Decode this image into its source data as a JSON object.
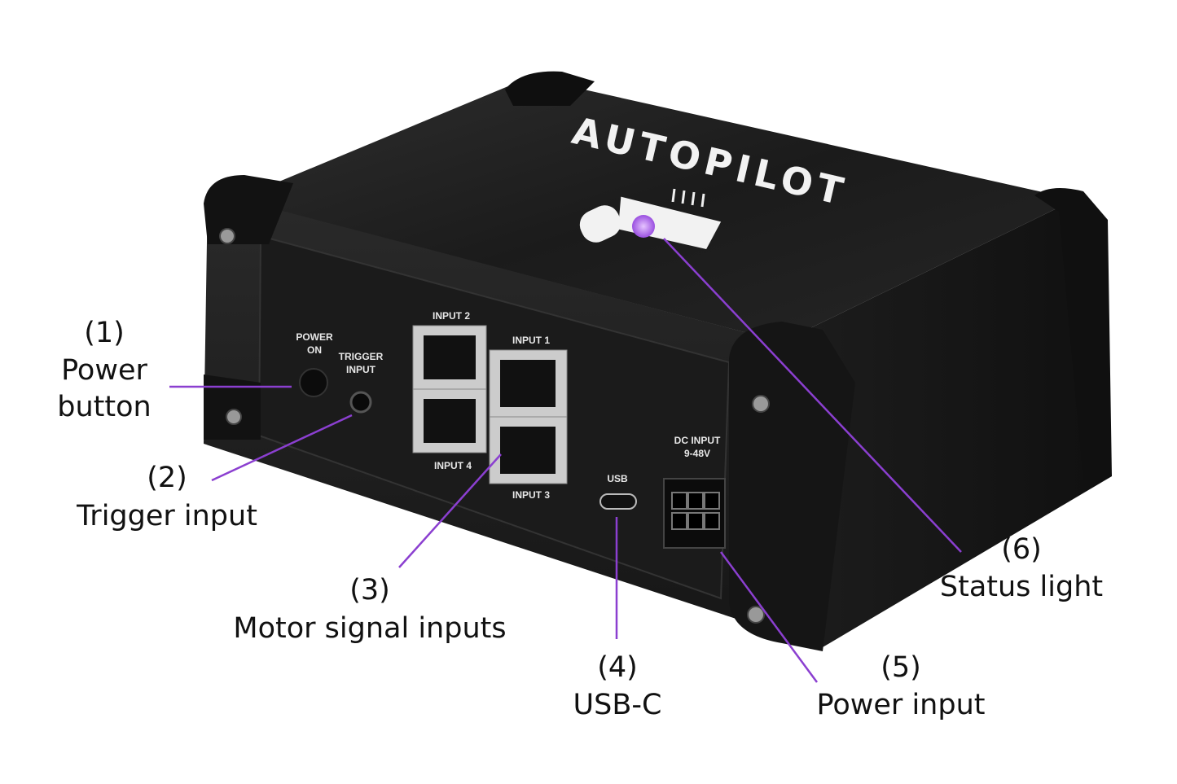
{
  "accent_color": "#8b3fd0",
  "device": {
    "brand": "AUTOPILOT",
    "power_label_1": "POWER",
    "power_label_2": "ON",
    "trigger_label_1": "TRIGGER",
    "trigger_label_2": "INPUT",
    "input_1": "INPUT 1",
    "input_2": "INPUT 2",
    "input_3": "INPUT 3",
    "input_4": "INPUT 4",
    "usb": "USB",
    "dc_label_1": "DC INPUT",
    "dc_label_2": "9-48V"
  },
  "callouts": [
    {
      "number": "(1)",
      "line1": "Power",
      "line2": "button"
    },
    {
      "number": "(2)",
      "line1": "Trigger input"
    },
    {
      "number": "(3)",
      "line1": "Motor signal inputs"
    },
    {
      "number": "(4)",
      "line1": "USB-C"
    },
    {
      "number": "(5)",
      "line1": "Power input"
    },
    {
      "number": "(6)",
      "line1": "Status light"
    }
  ]
}
